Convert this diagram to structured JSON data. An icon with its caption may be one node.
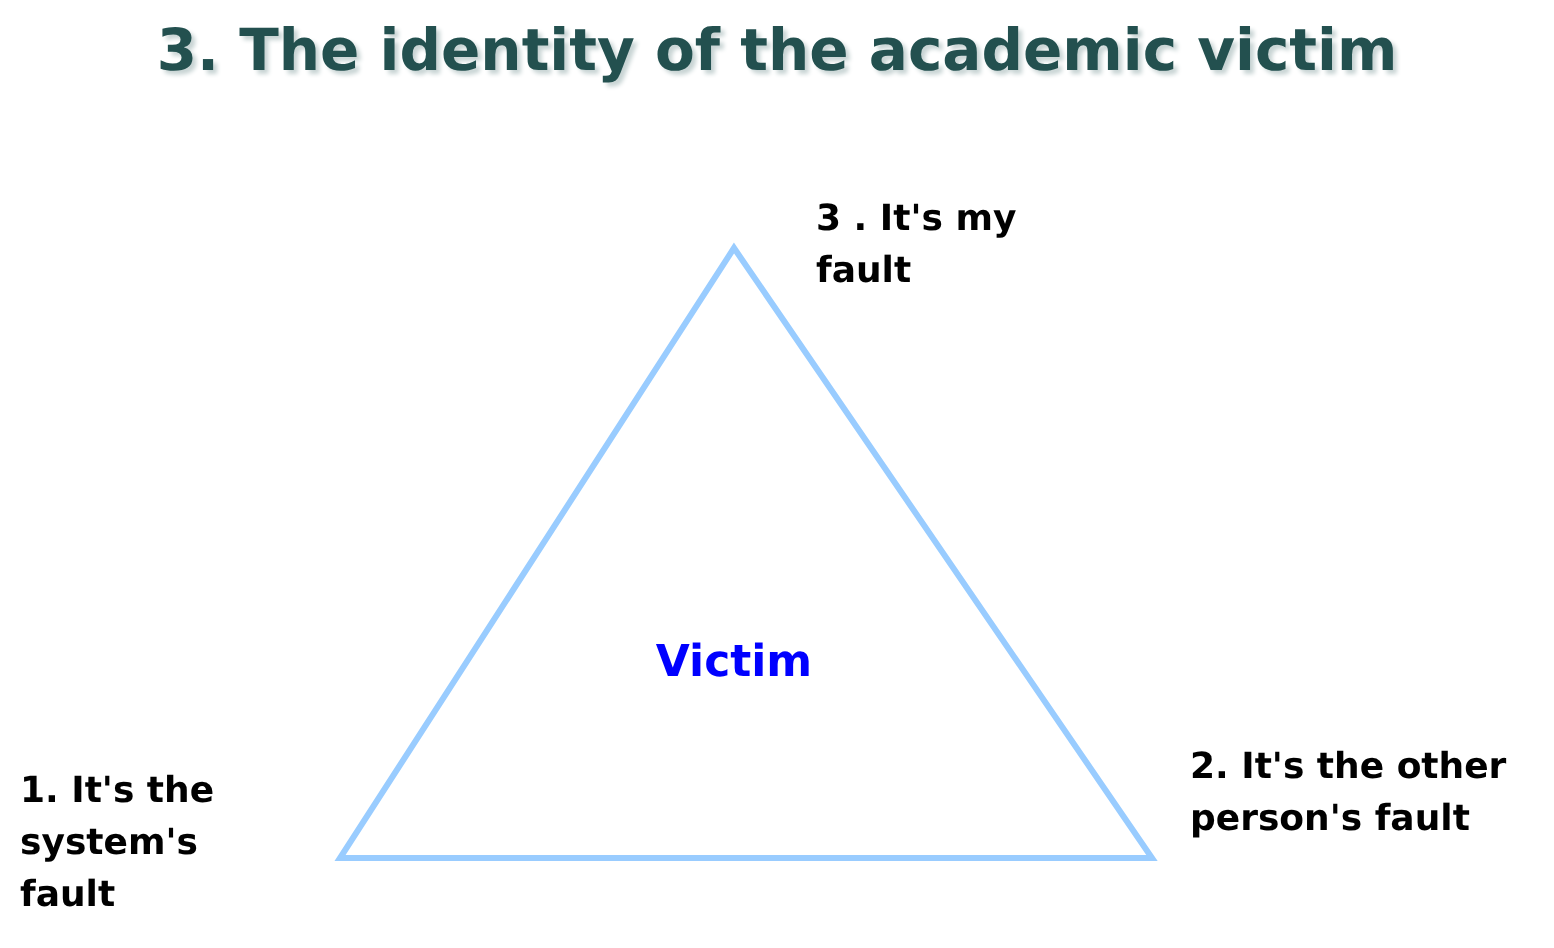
{
  "diagram": {
    "title": "3. The identity of the academic victim",
    "nodes": [
      {
        "text": [
          "Victim"
        ]
      }
    ],
    "labels": [
      "3 . It's my fault",
      "1. It's the system's fault",
      "2. It's the other person's fault"
    ]
  }
}
